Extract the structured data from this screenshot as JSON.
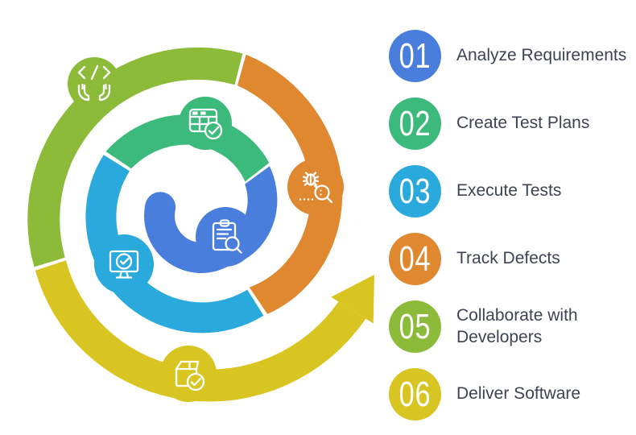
{
  "colors": {
    "blue": "#4a7edd",
    "teal": "#3cba7c",
    "cyan": "#29a9dc",
    "orange": "#e0882f",
    "green": "#8cbb3a",
    "yellow": "#d9c521",
    "label_text": "#3d4354",
    "icon_stroke": "#ffffff"
  },
  "steps": [
    {
      "num": "01",
      "label": "Analyze Requirements",
      "color": "blue",
      "icon": "clipboard-search-icon"
    },
    {
      "num": "02",
      "label": "Create Test Plans",
      "color": "teal",
      "icon": "table-check-icon"
    },
    {
      "num": "03",
      "label": "Execute Tests",
      "color": "cyan",
      "icon": "monitor-check-icon"
    },
    {
      "num": "04",
      "label": "Track Defects",
      "color": "orange",
      "icon": "bug-search-icon"
    },
    {
      "num": "05",
      "label": "Collaborate with Developers",
      "color": "green",
      "icon": "code-hands-icon"
    },
    {
      "num": "06",
      "label": "Deliver Software",
      "color": "yellow",
      "icon": "package-check-icon"
    }
  ]
}
